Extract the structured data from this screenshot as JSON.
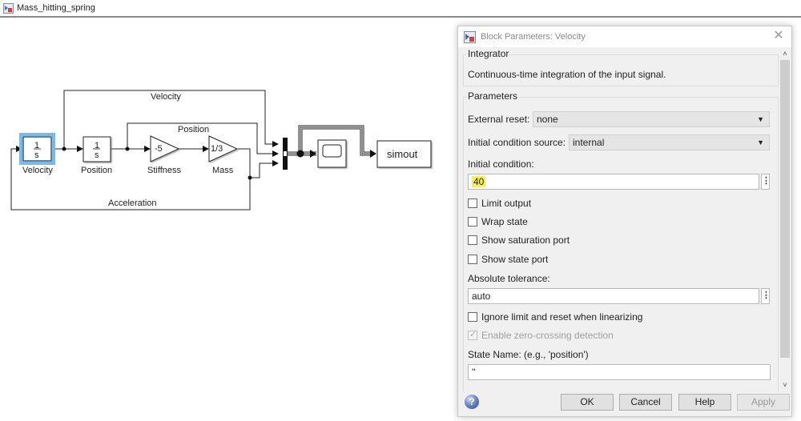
{
  "model": {
    "title": "Mass_hitting_spring",
    "icon": "simulink-model-icon"
  },
  "diagram": {
    "blocks": [
      {
        "id": "velocity",
        "type": "integrator",
        "num": "1",
        "den": "s",
        "label": "Velocity",
        "selected": true
      },
      {
        "id": "position",
        "type": "integrator",
        "num": "1",
        "den": "s",
        "label": "Position",
        "selected": false
      },
      {
        "id": "stiffness",
        "type": "gain",
        "value": "-5",
        "label": "Stiffness"
      },
      {
        "id": "mass",
        "type": "gain",
        "value": "1/3",
        "label": "Mass"
      },
      {
        "id": "mux",
        "type": "mux",
        "inputs": 3
      },
      {
        "id": "scope",
        "type": "scope"
      },
      {
        "id": "simout",
        "type": "to-workspace",
        "value": "simout"
      }
    ],
    "signal_labels": {
      "velocity": "Velocity",
      "position": "Position",
      "acceleration": "Acceleration"
    },
    "colors": {
      "selection": "#7fb8e0",
      "line": "#222222"
    }
  },
  "dialog": {
    "title": "Block Parameters: Velocity",
    "close_icon": "close-icon",
    "block_group": {
      "title": "Integrator",
      "description": "Continuous-time integration of the input signal."
    },
    "params_group": {
      "title": "Parameters",
      "external_reset": {
        "label": "External reset:",
        "value": "none"
      },
      "ic_source": {
        "label": "Initial condition source:",
        "value": "internal"
      },
      "initial_condition": {
        "label": "Initial condition:",
        "value": "40",
        "highlight": "#f4f34a"
      },
      "checkboxes": [
        {
          "label": "Limit output",
          "checked": false,
          "enabled": true
        },
        {
          "label": "Wrap state",
          "checked": false,
          "enabled": true
        },
        {
          "label": "Show saturation port",
          "checked": false,
          "enabled": true
        },
        {
          "label": "Show state port",
          "checked": false,
          "enabled": true
        }
      ],
      "abs_tol": {
        "label": "Absolute tolerance:",
        "value": "auto"
      },
      "checkboxes2": [
        {
          "label": "Ignore limit and reset when linearizing",
          "checked": false,
          "enabled": true
        },
        {
          "label": "Enable zero-crossing detection",
          "checked": true,
          "enabled": false
        }
      ],
      "state_name": {
        "label": "State Name: (e.g., 'position')",
        "value": "''"
      }
    },
    "buttons": {
      "ok": "OK",
      "cancel": "Cancel",
      "help": "Help",
      "apply": "Apply"
    },
    "help_icon": "?",
    "ellipsis": "⋮",
    "dropdown_arrow": "▼",
    "scroll_up": "˄",
    "scroll_down": "˅"
  }
}
